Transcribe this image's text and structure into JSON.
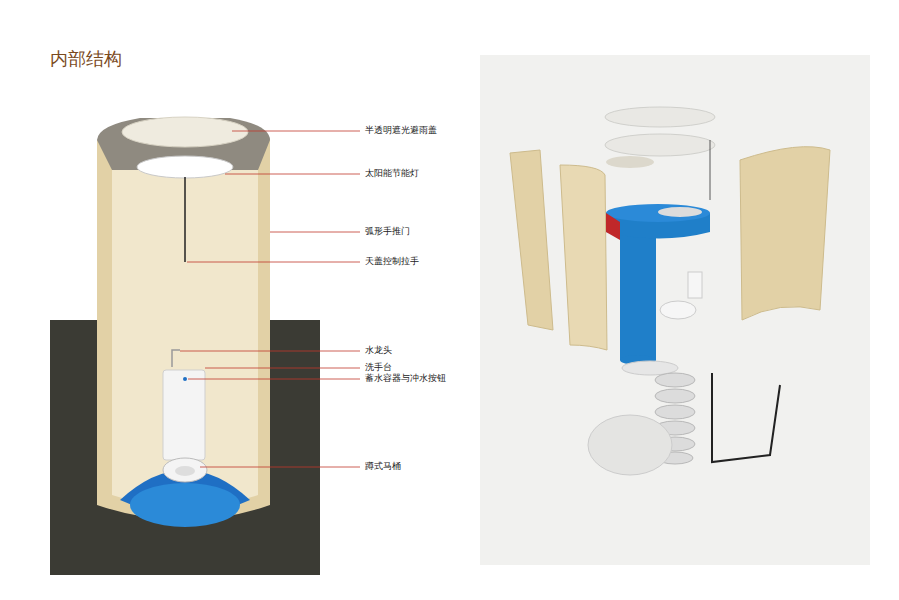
{
  "diagram": {
    "title": "内部结构",
    "labels": [
      "半透明遮光避雨盖",
      "太阳能节能灯",
      "弧形手推门",
      "天盖控制拉手",
      "水龙头",
      "洗手台",
      "蓄水容器与冲水按钮",
      "蹲式马桶"
    ]
  }
}
